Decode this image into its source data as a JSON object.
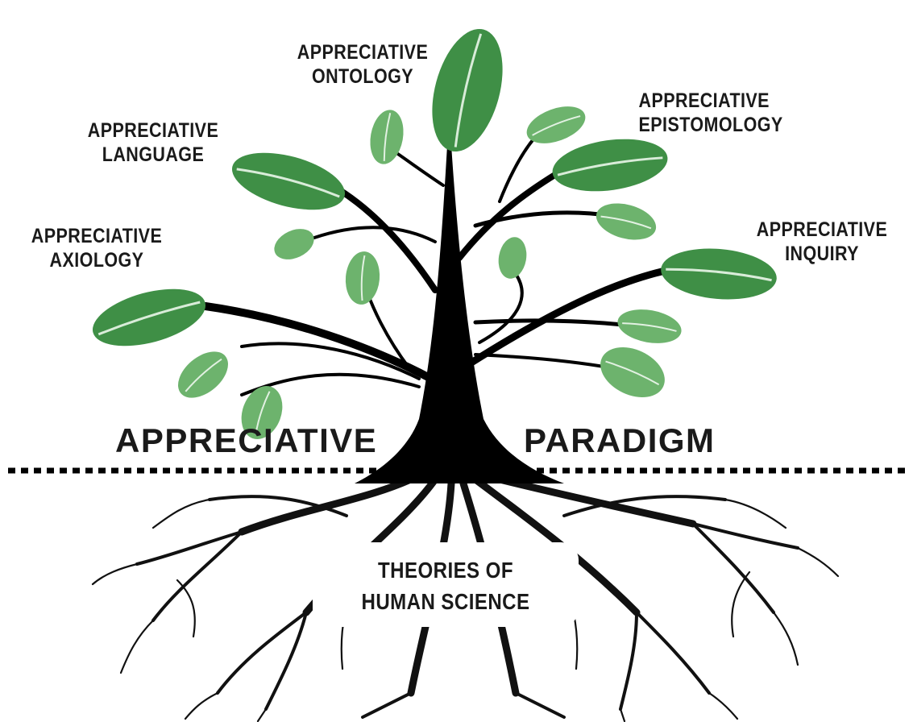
{
  "labels": {
    "ontology": [
      "APPRECIATIVE",
      "ONTOLOGY"
    ],
    "language": [
      "APPRECIATIVE",
      "LANGUAGE"
    ],
    "axiology": [
      "APPRECIATIVE",
      "AXIOLOGY"
    ],
    "epistomology": [
      "APPRECIATIVE",
      "EPISTOMOLOGY"
    ],
    "inquiry": [
      "APPRECIATIVE",
      "INQUIRY"
    ]
  },
  "headline": {
    "left": "APPRECIATIVE",
    "right": "PARADIGM"
  },
  "roots_label": [
    "THEORIES OF",
    "HUMAN SCIENCE"
  ],
  "colors": {
    "leaf_dark": "#3f8f46",
    "leaf_light": "#6db36d",
    "trunk": "#000000",
    "text": "#1a1a1a"
  }
}
